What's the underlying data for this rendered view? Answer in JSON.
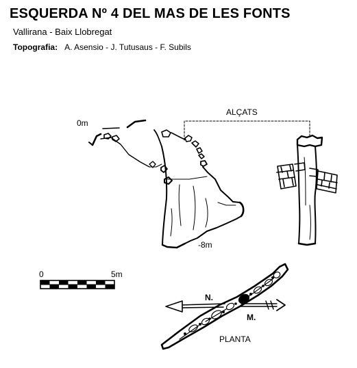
{
  "header": {
    "title": "ESQUERDA Nº 4 DEL MAS DE LES FONTS",
    "location": "Vallirana - Baix Llobregat",
    "topography_label": "Topografia:",
    "topography_authors": "A. Asensio - J. Tutusaus - F. Subils"
  },
  "section": {
    "label": "ALÇATS",
    "top_depth": "0m",
    "bottom_depth": "-8m"
  },
  "scale": {
    "start": "0",
    "end": "5m"
  },
  "plan": {
    "label": "PLANTA",
    "north": "N.",
    "magnetic": "M."
  }
}
